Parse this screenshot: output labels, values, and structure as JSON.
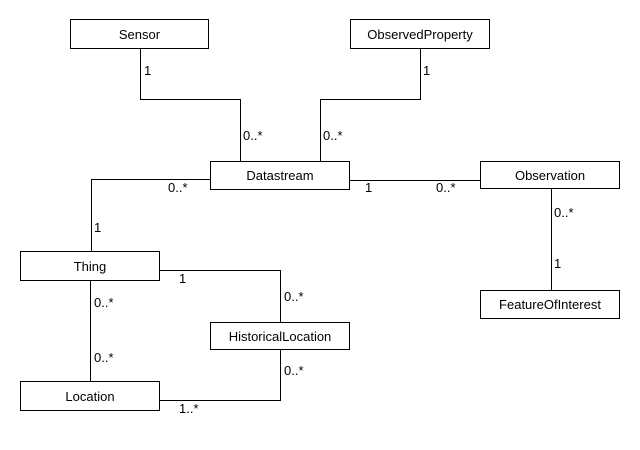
{
  "diagram": {
    "colors": {
      "background": "#ffffff",
      "line": "#000000",
      "text": "#000000",
      "node_fill": "#ffffff",
      "node_border": "#000000"
    },
    "nodes": {
      "sensor": {
        "label": "Sensor"
      },
      "observed_property": {
        "label": "ObservedProperty"
      },
      "datastream": {
        "label": "Datastream"
      },
      "observation": {
        "label": "Observation"
      },
      "thing": {
        "label": "Thing"
      },
      "historical_location": {
        "label": "HistoricalLocation"
      },
      "location": {
        "label": "Location"
      },
      "feature_of_interest": {
        "label": "FeatureOfInterest"
      }
    },
    "associations": {
      "sensor_datastream": {
        "sensor_end": "1",
        "datastream_end": "0..*"
      },
      "observedproperty_datastream": {
        "observedproperty_end": "1",
        "datastream_end": "0..*"
      },
      "thing_datastream": {
        "thing_end": "1",
        "datastream_end": "0..*"
      },
      "datastream_observation": {
        "datastream_end": "1",
        "observation_end": "0..*"
      },
      "observation_featureofinterest": {
        "observation_end": "0..*",
        "featureofinterest_end": "1"
      },
      "thing_historicallocation": {
        "thing_end": "1",
        "historicallocation_end": "0..*"
      },
      "thing_location": {
        "thing_end": "0..*",
        "location_end": "0..*"
      },
      "location_historicallocation": {
        "location_end": "1..*",
        "historicallocation_end": "0..*"
      }
    }
  }
}
